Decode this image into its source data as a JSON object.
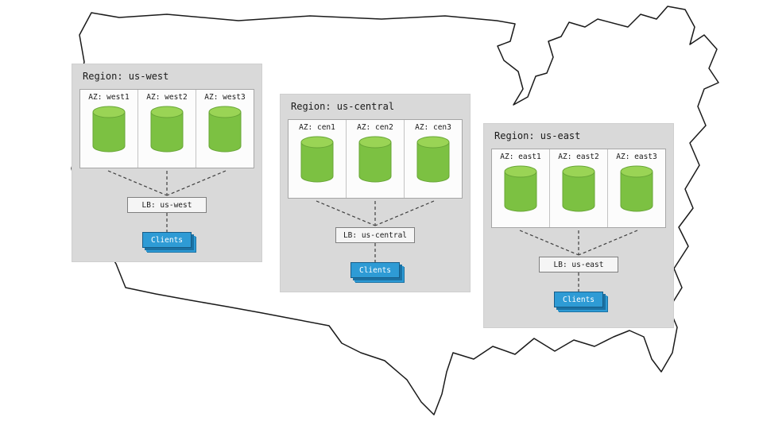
{
  "regions": [
    {
      "title": "Region: us-west",
      "az_labels": [
        "AZ: west1",
        "AZ: west2",
        "AZ: west3"
      ],
      "lb_label": "LB: us-west",
      "clients_label": "Clients"
    },
    {
      "title": "Region: us-central",
      "az_labels": [
        "AZ: cen1",
        "AZ: cen2",
        "AZ: cen3"
      ],
      "lb_label": "LB: us-central",
      "clients_label": "Clients"
    },
    {
      "title": "Region: us-east",
      "az_labels": [
        "AZ: east1",
        "AZ: east2",
        "AZ: east3"
      ],
      "lb_label": "LB: us-east",
      "clients_label": "Clients"
    }
  ],
  "colors": {
    "region_bg": "#d9d9d9",
    "cylinder_body": "#7cc142",
    "cylinder_top": "#9ad455",
    "cylinder_edge": "#68a636",
    "clients_bg": "#2e9bd5",
    "connector": "#3f3f3f",
    "map_outline": "#1a1a1a"
  }
}
